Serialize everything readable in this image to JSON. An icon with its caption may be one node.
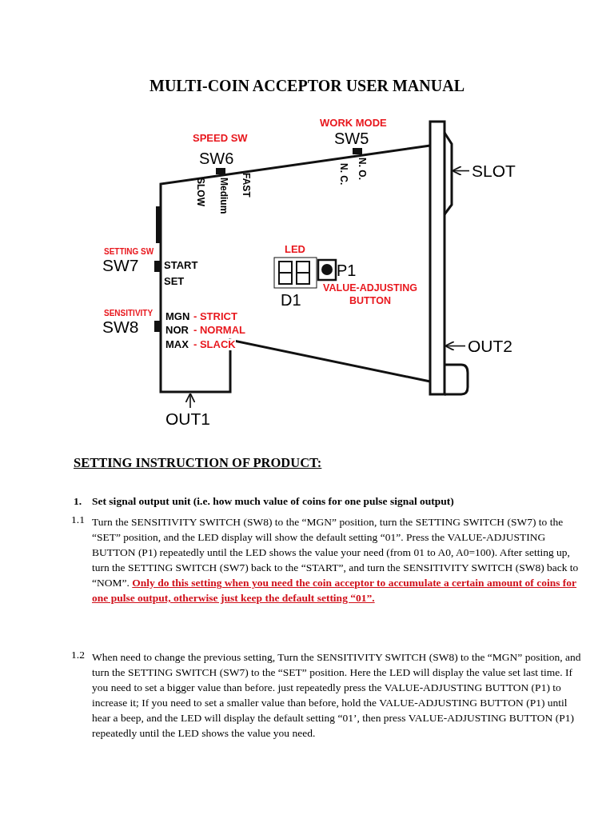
{
  "diagram": {
    "title": "MULTI-COIN ACCEPTOR USER MANUAL",
    "nodes": [
      {
        "text": [],
        "shape": "box"
      },
      {
        "text": [
          "SLOT"
        ]
      },
      {
        "text": [
          "OUT2"
        ]
      },
      {
        "text": [
          "OUT1"
        ]
      }
    ],
    "edges": [
      {
        "from": 1,
        "to": 0,
        "arrow": "to"
      },
      {
        "from": 2,
        "to": 0,
        "arrow": "to"
      },
      {
        "from": 3,
        "to": 0,
        "arrow": "to"
      }
    ],
    "labels": [
      "WORK MODE",
      "SW5",
      "N. C.",
      "N. O.",
      "SPEED SW",
      "SW6",
      "SLOW",
      "Medium",
      "FAST",
      "SETTING SW",
      "SW7",
      "START",
      "SET",
      "LED",
      "D1",
      "P1",
      "VALUE-ADJUSTING BUTTON",
      "SENSITIVITY",
      "SW8",
      "MGN",
      "- STRICT",
      "NOR",
      "- NORMAL",
      "MAX",
      "- SLACK",
      "SETTING INSTRUCTION OF PRODUCT:",
      "1.",
      "Set signal output unit (i.e. how much value of coins for one pulse signal output)",
      "1.1",
      "Turn the SENSITIVITY SWITCH (SW8) to the “MGN” position, turn the SETTING SWITCH (SW7) to the “SET” position, and the LED display will show the default setting “01”. Press the VALUE-ADJUSTING BUTTON (P1) repeatedly until the LED shows the value your need (from 01 to A0, A0=100). After setting up, turn the SETTING SWITCH (SW7) back to the “START”, and turn the SENSITIVITY SWITCH (SW8) back to “NOM”. **Only do this setting when you need the coin acceptor to accumulate a certain amount of coins for one pulse output, otherwise just keep the default setting “01”.**",
      "1.2",
      "When need to change the previous setting, Turn the SENSITIVITY SWITCH (SW8) to the “MGN” position, and turn the SETTING SWITCH (SW7) to the “SET” position. Here the LED will display the value set last time. If you need to set a bigger value than before. just repeatedly press the VALUE-ADJUSTING BUTTON (P1) to increase it; If you need to set a smaller value than before, hold the VALUE-ADJUSTING BUTTON (P1) until hear a beep, and the LED will display the default setting “01’, then press VALUE-ADJUSTING BUTTON (P1) repeatedly until the LED shows the value you need."
    ]
  }
}
